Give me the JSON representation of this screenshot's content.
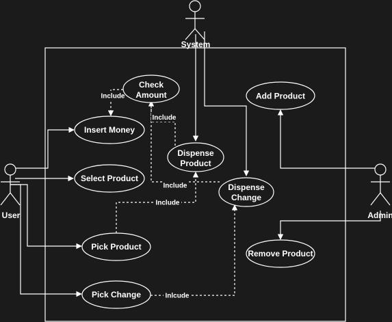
{
  "actors": {
    "system": "System",
    "user": "User",
    "admin": "Admin"
  },
  "use_cases": {
    "check_amount": [
      "Check",
      "Amount"
    ],
    "insert_money": "Insert Money",
    "select_product": "Select Product",
    "dispense_product": [
      "Dispense",
      "Product"
    ],
    "dispense_change": [
      "Dispense",
      "Change"
    ],
    "add_product": "Add Product",
    "remove_product": "Remove Product",
    "pick_product": "Pick Product",
    "pick_change": "Pick Change"
  },
  "relations": {
    "include_1": "Include",
    "include_2": "Include",
    "include_3": "Include",
    "include_4": "Include",
    "include_5": "Inlcude"
  },
  "colors": {
    "background": "#1b1b1b",
    "stroke": "#ffffff",
    "text": "#ffffff"
  }
}
